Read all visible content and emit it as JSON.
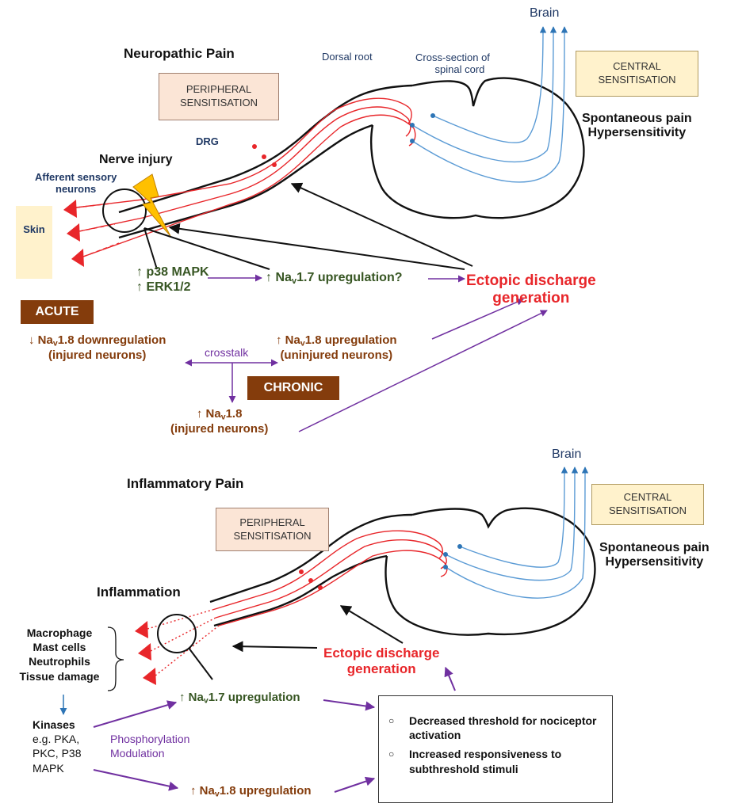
{
  "brain_label": "Brain",
  "neuropathic": {
    "title": "Neuropathic Pain",
    "dorsal_root": "Dorsal root",
    "cross_section": [
      "Cross-section of",
      "spinal cord"
    ],
    "peripheral_sensitisation": [
      "PERIPHERAL",
      "SENSITISATION"
    ],
    "central_sensitisation": [
      "CENTRAL",
      "SENSITISATION"
    ],
    "outcome": [
      "Spontaneous pain",
      "Hypersensitivity"
    ],
    "drg": "DRG",
    "nerve_injury": "Nerve injury",
    "afferent": [
      "Afferent sensory",
      "neurons"
    ],
    "skin": "Skin",
    "kinases": [
      "↑ p38 MAPK",
      "↑ ERK1/2"
    ],
    "nav17": {
      "prefix": "↑ Na",
      "sub": "v",
      "suffix": "1.7 upregulation?"
    },
    "ectopic": [
      "Ectopic discharge",
      "generation"
    ],
    "acute": "ACUTE",
    "chronic": "CHRONIC",
    "crosstalk": "crosstalk",
    "nav18_down": {
      "prefix": "↓ Na",
      "sub": "v",
      "suffix": "1.8 downregulation",
      "line2": "(injured neurons)"
    },
    "nav18_up": {
      "prefix": "↑ Na",
      "sub": "v",
      "suffix": "1.8 upregulation",
      "line2": "(uninjured neurons)"
    },
    "nav18_chronic": {
      "prefix": "↑ Na",
      "sub": "v",
      "suffix": "1.8",
      "line2": "(injured neurons)"
    }
  },
  "inflammatory": {
    "title": "Inflammatory Pain",
    "peripheral_sensitisation": [
      "PERIPHERAL",
      "SENSITISATION"
    ],
    "central_sensitisation": [
      "CENTRAL",
      "SENSITISATION"
    ],
    "outcome": [
      "Spontaneous pain",
      "Hypersensitivity"
    ],
    "inflammation": "Inflammation",
    "causes": [
      "Macrophage",
      "Mast cells",
      "Neutrophils",
      "Tissue damage"
    ],
    "kinases": [
      "Kinases",
      "e.g. PKA,",
      "PKC, P38",
      "MAPK"
    ],
    "modulation": [
      "Phosphorylation",
      "Modulation"
    ],
    "nav17": {
      "prefix": "↑ Na",
      "sub": "v",
      "suffix": "1.7 upregulation"
    },
    "nav18": {
      "prefix": "↑ Na",
      "sub": "v",
      "suffix": "1.8 upregulation"
    },
    "ectopic": [
      "Ectopic discharge",
      "generation"
    ],
    "effects": [
      "Decreased threshold for nociceptor activation",
      "Increased responsiveness to subthreshold stimuli"
    ]
  },
  "colors": {
    "afferent_red": "#e8262a",
    "ascending_blue": "#5b9bd5",
    "arrow_purple": "#7030a0",
    "lightning": "#ffc000",
    "acute_box": "#843c0c"
  }
}
